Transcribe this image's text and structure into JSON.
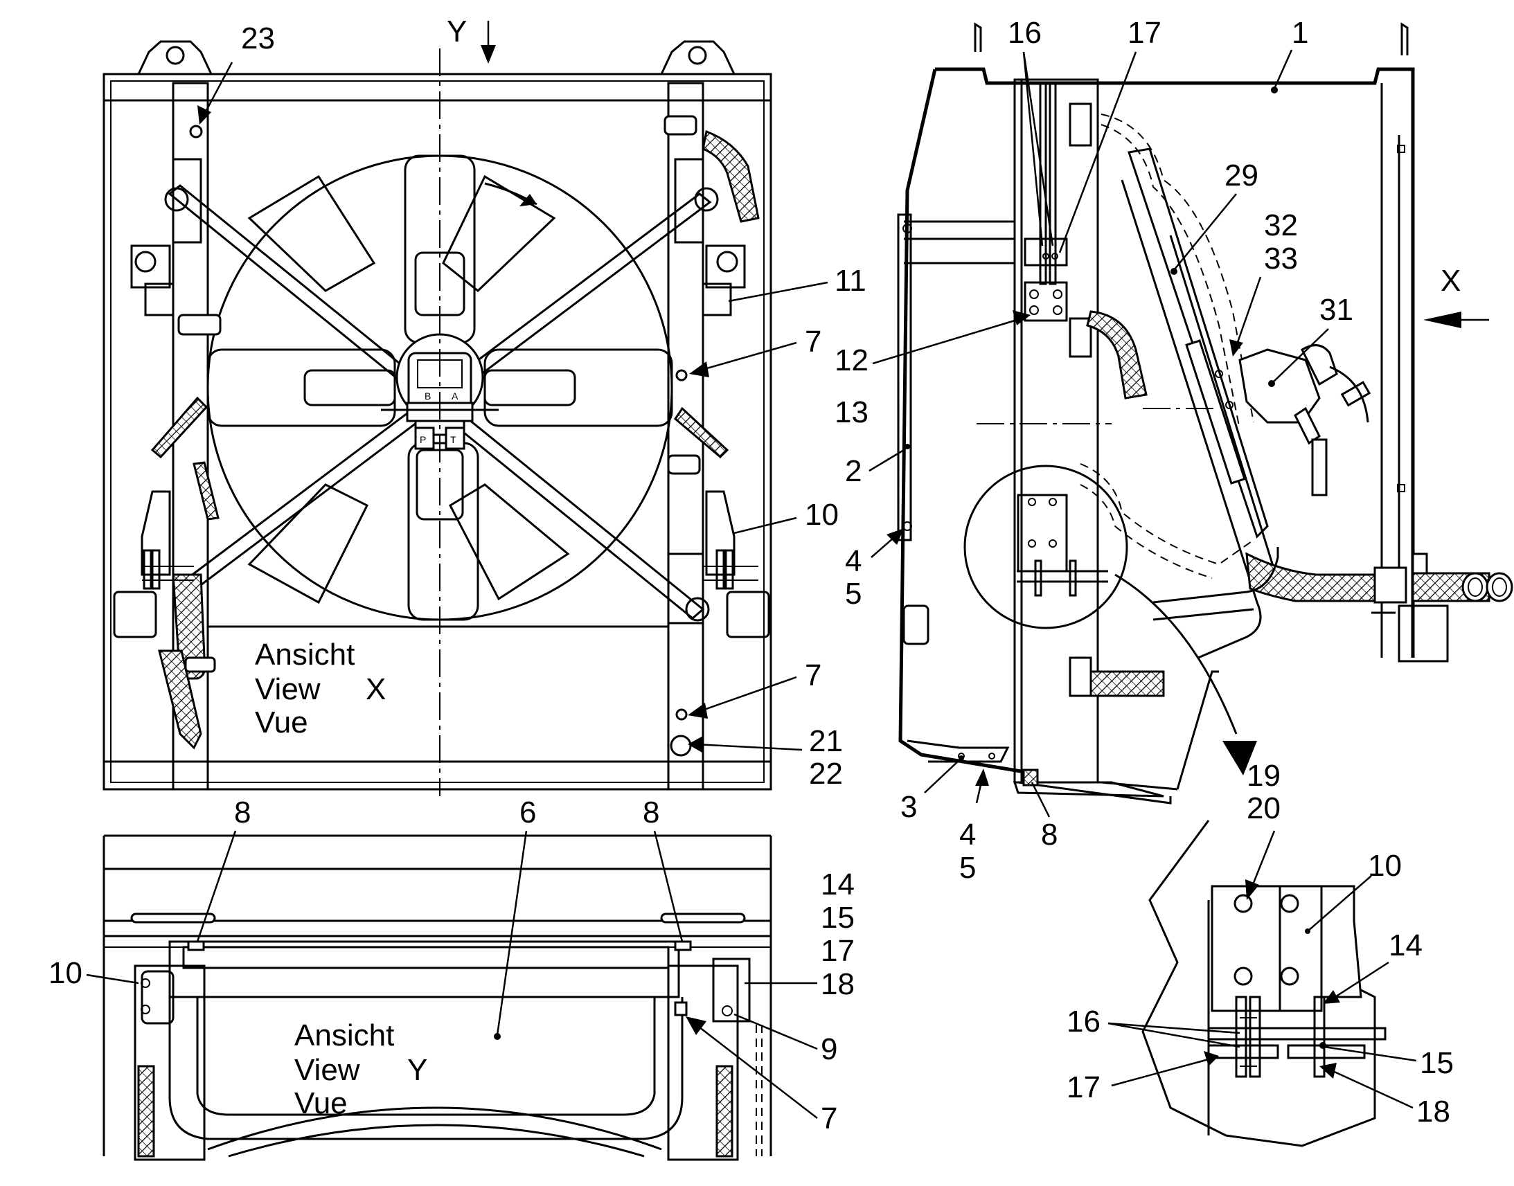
{
  "view_x": {
    "caption": [
      "Ansicht",
      "View",
      "Vue"
    ],
    "letter": "X"
  },
  "view_y": {
    "caption": [
      "Ansicht",
      "View",
      "Vue"
    ],
    "letter": "Y"
  },
  "direction_markers": {
    "y": "Y",
    "x": "X"
  },
  "callouts": {
    "c23": "23",
    "c11": "11",
    "c7a": "7",
    "c10a": "10",
    "c7b": "7",
    "c21_22": [
      "21",
      "22"
    ],
    "c16top": "16",
    "c17top": "17",
    "c1": "1",
    "c29": "29",
    "c32_33": [
      "32",
      "33"
    ],
    "c31": "31",
    "c12_13": [
      "12",
      "13"
    ],
    "c2": "2",
    "c4_5a": [
      "4",
      "5"
    ],
    "c3": "3",
    "c4_5b": [
      "4",
      "5"
    ],
    "c8side": "8",
    "c19_20": [
      "19",
      "20"
    ],
    "c10detail": "10",
    "c14detail": "14",
    "c16detail": "16",
    "c15detail": "15",
    "c17detail": "17",
    "c18detail": "18",
    "c8left": "8",
    "c6": "6",
    "c8right": "8",
    "c14_18": [
      "14",
      "15",
      "17",
      "18"
    ],
    "c10bottom": "10",
    "c9": "9",
    "c7bottom": "7"
  },
  "hydraulic_ports": [
    "B",
    "A",
    "P",
    "T"
  ]
}
